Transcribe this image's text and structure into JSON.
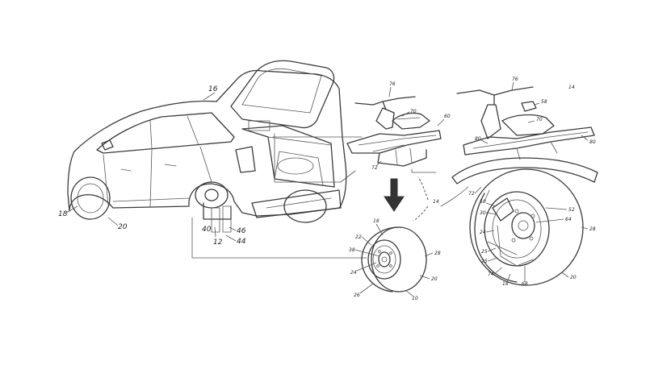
{
  "figure": {
    "car": {
      "labels": [
        "16",
        "18",
        "20",
        "40",
        "12",
        "46",
        "44"
      ]
    },
    "wheel": {
      "labels": [
        "18",
        "22",
        "38",
        "24",
        "28",
        "20",
        "26",
        "10"
      ]
    },
    "unicycle_small": {
      "labels": [
        "76",
        "70",
        "60",
        "72"
      ]
    },
    "unicycle_large": {
      "labels": [
        "76",
        "14",
        "58",
        "70",
        "80",
        "80",
        "72",
        "50",
        "30",
        "24",
        "64",
        "28",
        "25",
        "25",
        "74",
        "18",
        "68",
        "20",
        "52"
      ]
    },
    "connector_label": "14",
    "colors": {
      "line": "#3a3a3a",
      "arrow": "#333333",
      "background": "#ffffff"
    }
  }
}
